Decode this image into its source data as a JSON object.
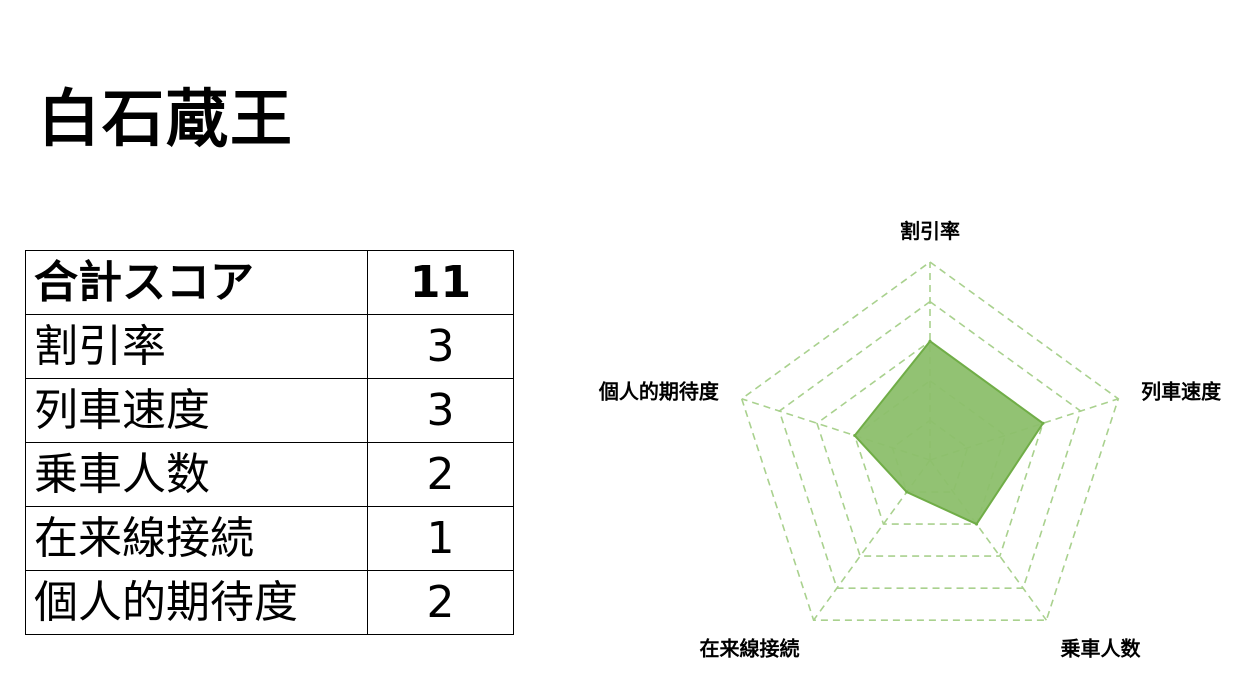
{
  "page": {
    "title": "白石蔵王"
  },
  "table": {
    "total": {
      "label": "合計スコア",
      "value": "11"
    },
    "rows": [
      {
        "label": "割引率",
        "value": "3"
      },
      {
        "label": "列車速度",
        "value": "3"
      },
      {
        "label": "乗車人数",
        "value": "2"
      },
      {
        "label": "在来線接続",
        "value": "1"
      },
      {
        "label": "個人的期待度",
        "value": "2"
      }
    ]
  },
  "chart_data": {
    "type": "radar",
    "categories": [
      "割引率",
      "列車速度",
      "乗車人数",
      "在来線接続",
      "個人的期待度"
    ],
    "values": [
      3,
      3,
      2,
      1,
      2
    ],
    "rlim": [
      0,
      5
    ],
    "grid": true,
    "colors": {
      "fill": "#8cbf6b",
      "stroke": "#70ad47",
      "grid": "#a9d18e"
    }
  }
}
